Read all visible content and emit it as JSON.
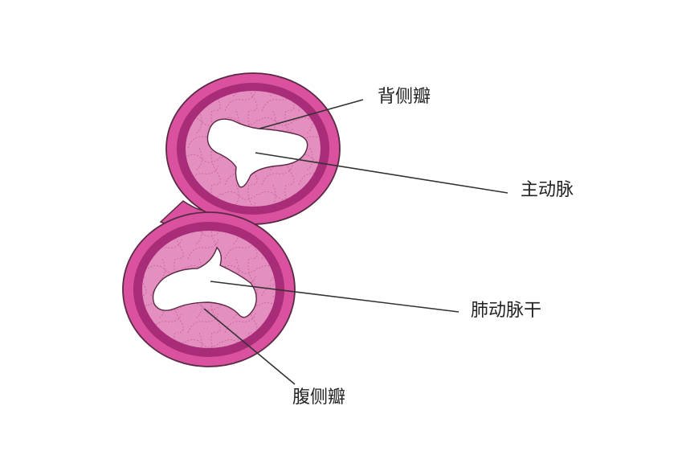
{
  "labels": {
    "dorsal_valve": "背侧瓣",
    "aorta": "主动脉",
    "pulmonary_trunk": "肺动脉干",
    "ventral_valve": "腹侧瓣"
  },
  "colors": {
    "outer_wall": "#d9519f",
    "middle_ring": "#a82c77",
    "inner_tissue": "#e38fbf",
    "fiber_lines": "#c85c98",
    "lumen": "#ffffff",
    "outline": "#5a2a44",
    "leader_line": "#333333"
  }
}
